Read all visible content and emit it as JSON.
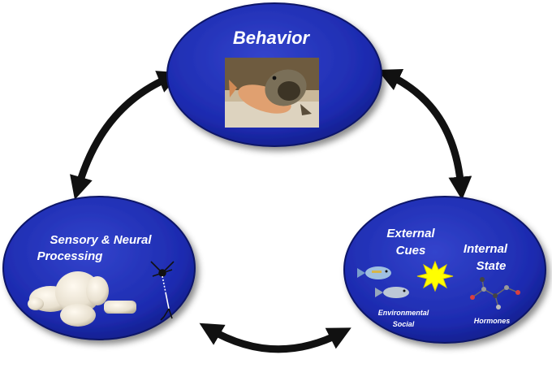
{
  "nodes": {
    "behavior": {
      "title": "Behavior"
    },
    "sensory": {
      "title_line1": "Sensory & Neural",
      "title_line2": "Processing"
    },
    "cues": {
      "external_line1": "External",
      "external_line2": "Cues",
      "internal_line1": "Internal",
      "internal_line2": "State",
      "environmental": "Environmental",
      "social": "Social",
      "hormones": "Hormones"
    }
  },
  "colors": {
    "node_fill": "#1d2bb0",
    "node_edge": "#0b1468",
    "arrow": "#111111",
    "sun": "#ffff00"
  },
  "icons": [
    "fish-photo-icon",
    "brain-icon",
    "neuron-icon",
    "fish-icon",
    "sun-icon",
    "molecule-icon"
  ]
}
